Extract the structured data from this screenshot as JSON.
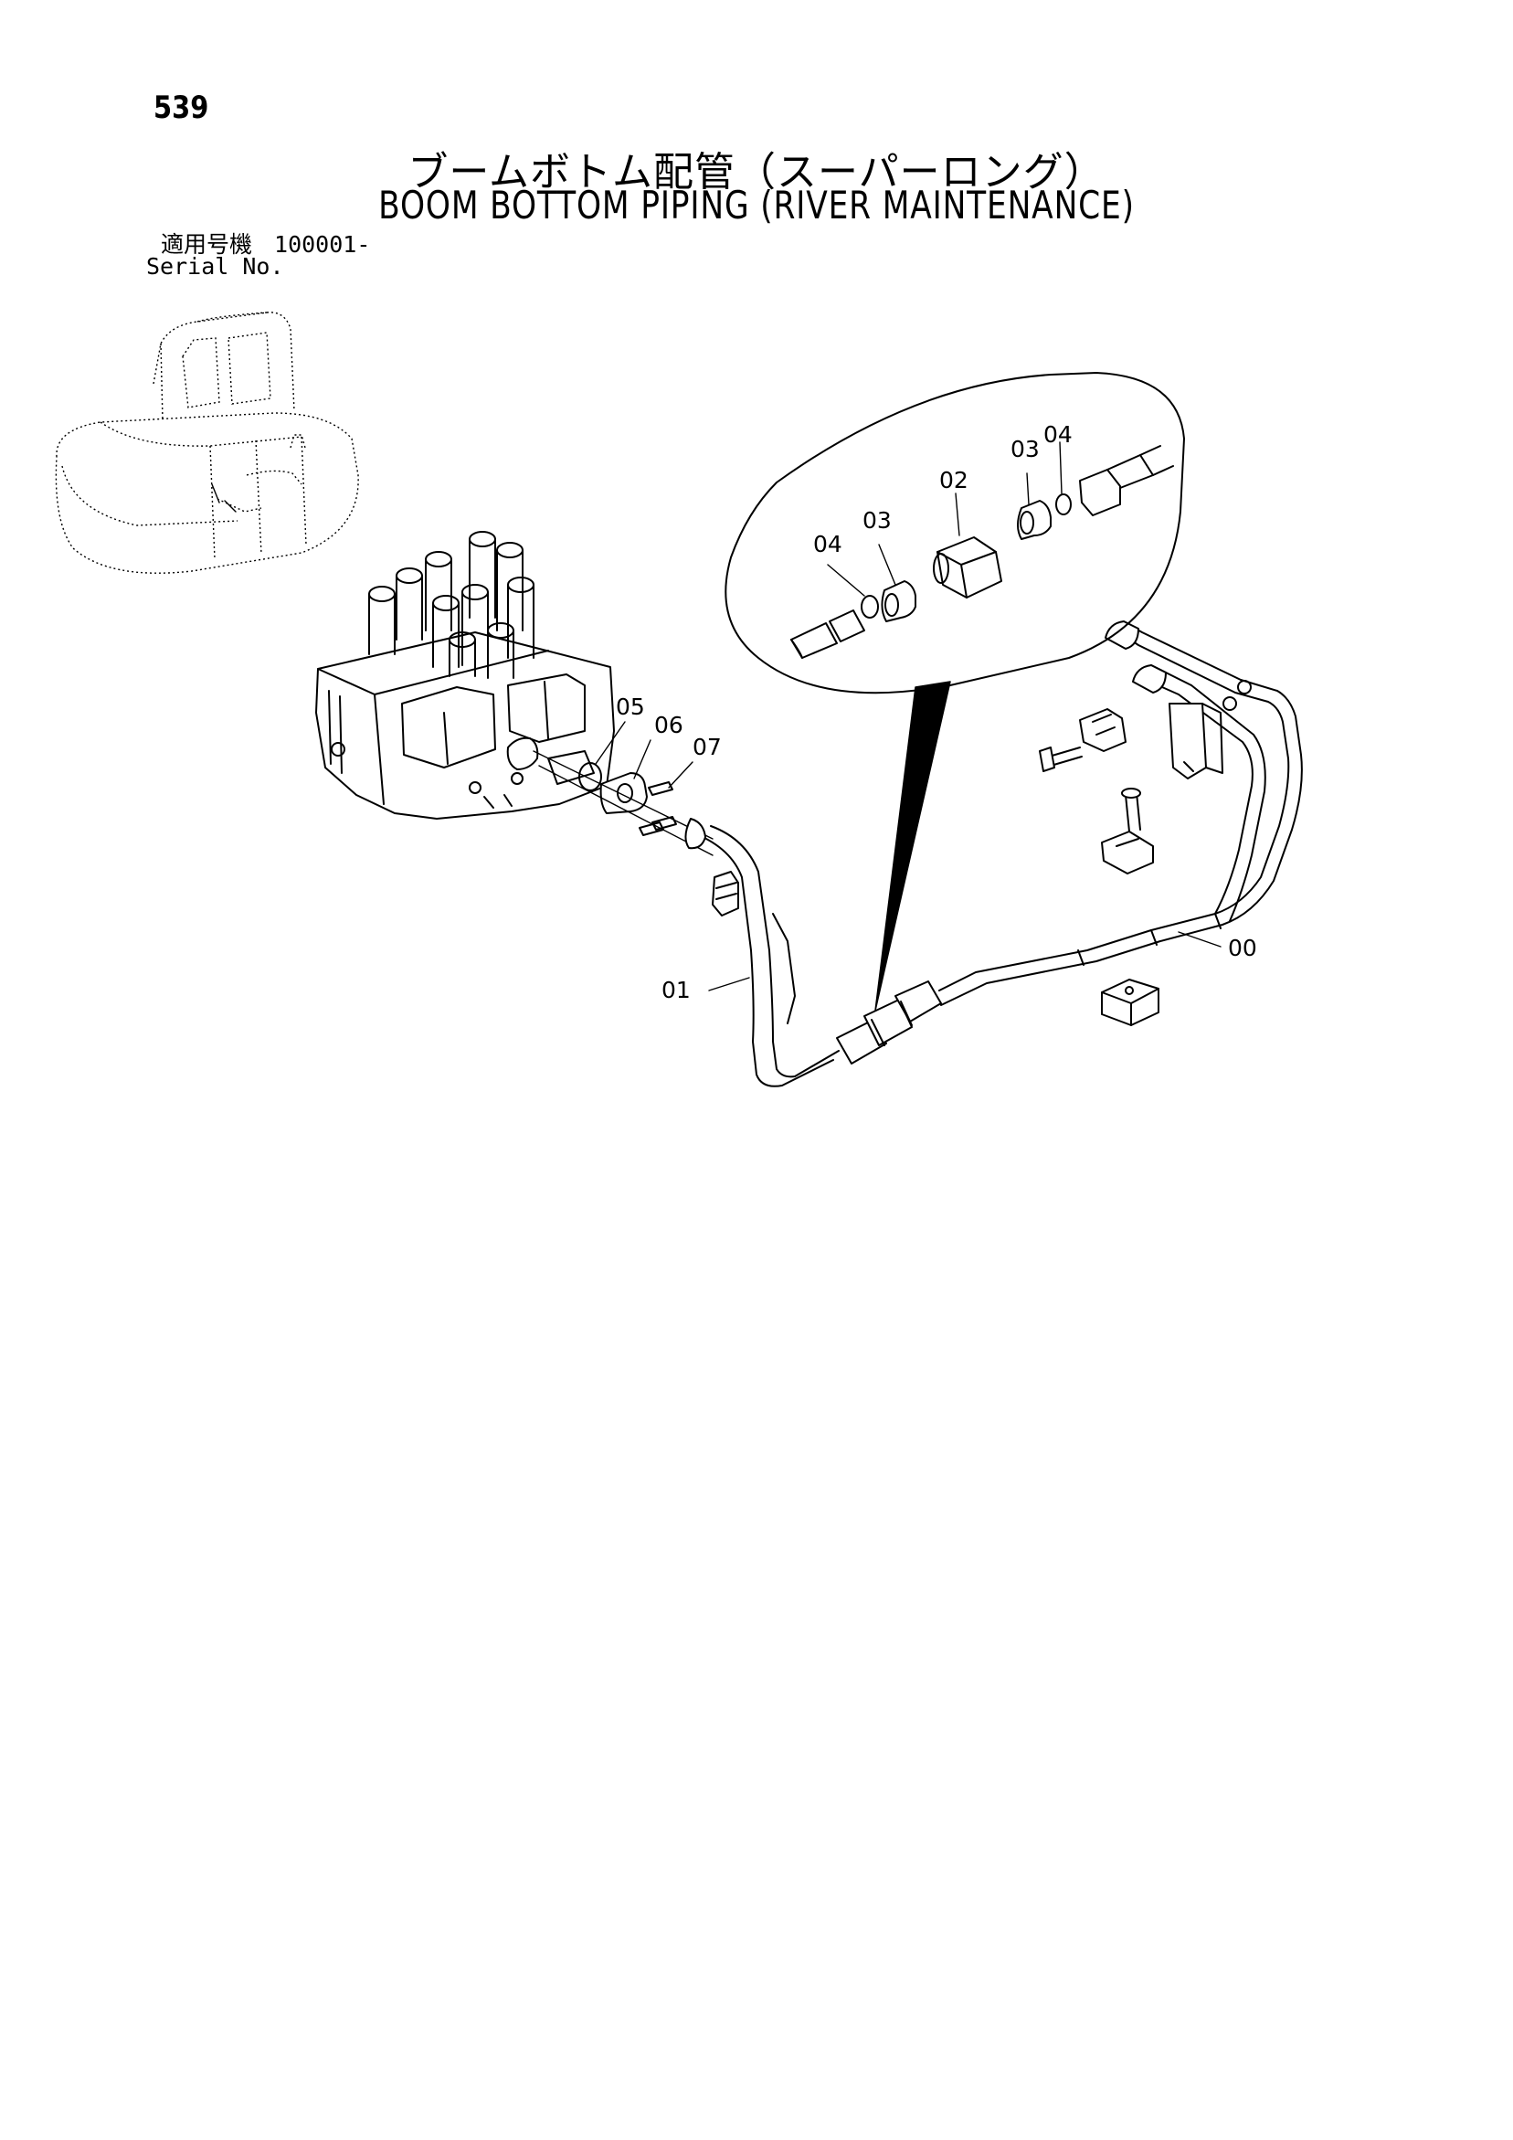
{
  "header": {
    "page_number": "539",
    "title_jp": "ブームボトム配管（スーパーロング）",
    "title_en": "BOOM BOTTOM PIPING (RIVER MAINTENANCE)",
    "serial_label_jp": "適用号機",
    "serial_value": "100001-",
    "serial_label_en": "Serial No."
  },
  "callouts": {
    "c00": "00",
    "c01": "01",
    "c02": "02",
    "c03_left": "03",
    "c03_right": "03",
    "c04_left": "04",
    "c04_right": "04",
    "c05": "05",
    "c06": "06",
    "c07": "07"
  },
  "colors": {
    "line": "#000000",
    "background": "#ffffff"
  }
}
